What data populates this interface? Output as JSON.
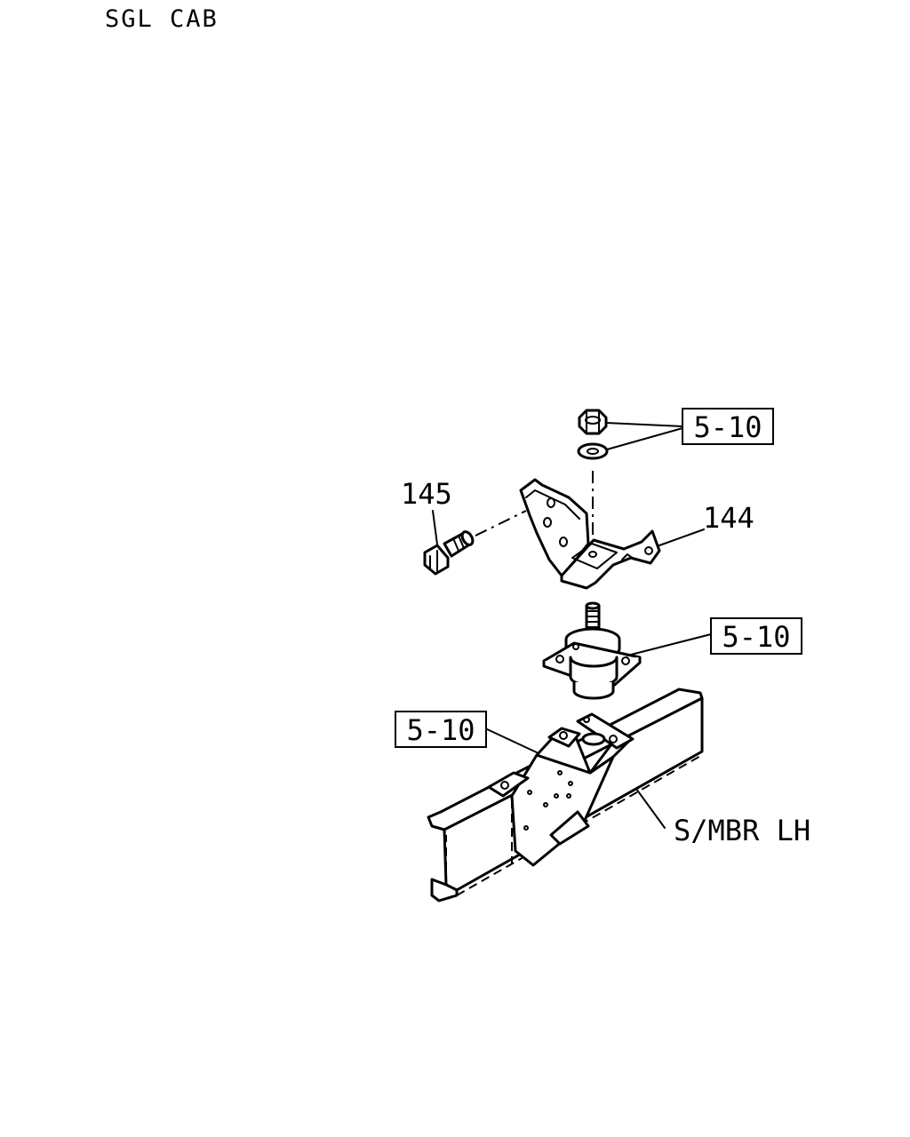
{
  "header": {
    "title": "SGL CAB"
  },
  "callouts": {
    "bolt": "145",
    "bracket": "144",
    "nut_washer_ref": "5-10",
    "mount_ref": "5-10",
    "frame_bracket_ref": "5-10",
    "side_member": "S/MBR LH"
  }
}
